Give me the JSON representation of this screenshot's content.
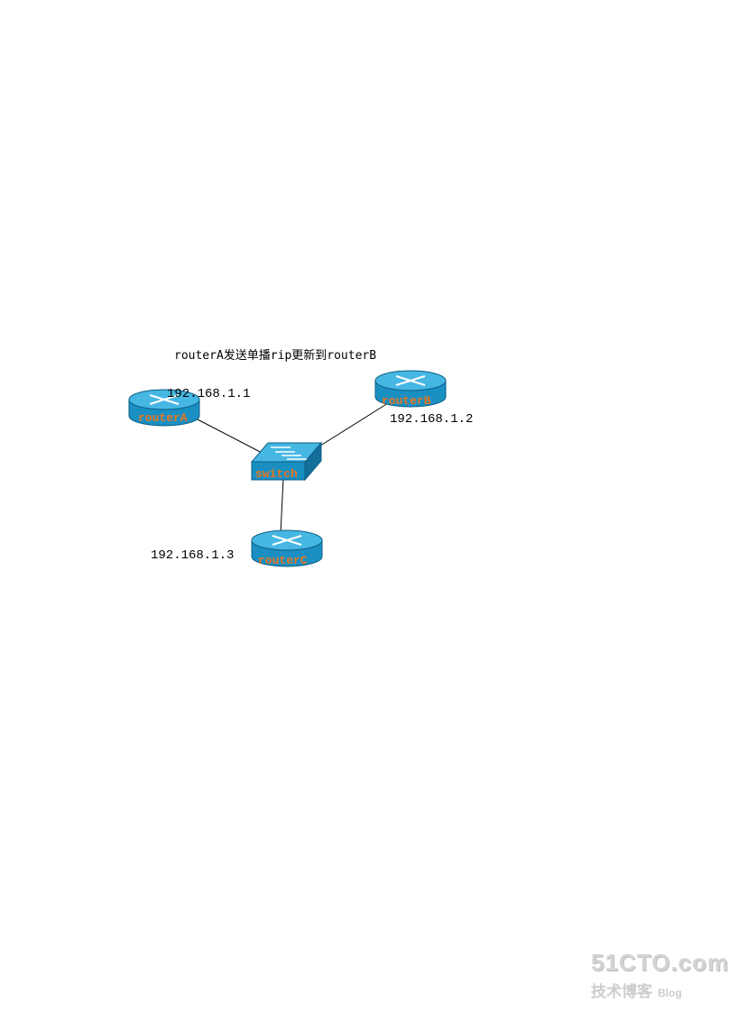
{
  "caption": "routerA发送单播rip更新到routerB",
  "devices": {
    "routerA": {
      "label": "routerA",
      "ip": "192.168.1.1"
    },
    "routerB": {
      "label": "routerB",
      "ip": "192.168.1.2"
    },
    "routerC": {
      "label": "routerC",
      "ip": "192.168.1.3"
    },
    "switch": {
      "label": "switch"
    }
  },
  "links": [
    {
      "from": "routerA",
      "to": "switch"
    },
    {
      "from": "routerB",
      "to": "switch"
    },
    {
      "from": "routerC",
      "to": "switch"
    }
  ],
  "watermark": {
    "logo": "51CTO.com",
    "subtitle": "技术博客",
    "blog": "Blog"
  },
  "colors": {
    "device_body": "#1a9bd0",
    "device_top": "#3fb4e0",
    "label": "#e8761e",
    "link": "#000000"
  }
}
